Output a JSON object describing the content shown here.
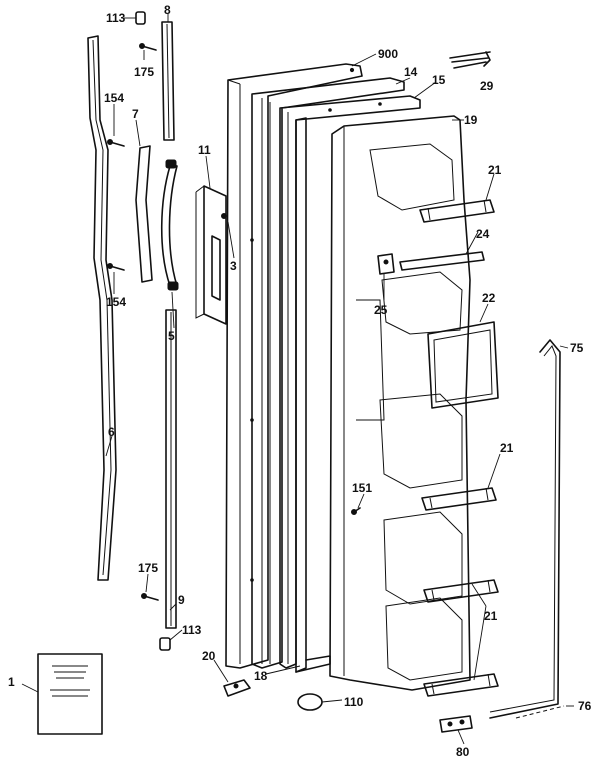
{
  "diagram": {
    "callouts": {
      "c113a": "113",
      "c8": "8",
      "c175a": "175",
      "c154a": "154",
      "c7": "7",
      "c154b": "154",
      "c5": "5",
      "c6": "6",
      "c11": "11",
      "c3": "3",
      "c900": "900",
      "c14": "14",
      "c15": "15",
      "c29": "29",
      "c19": "19",
      "c21a": "21",
      "c24": "24",
      "c25": "25",
      "c22": "22",
      "c75": "75",
      "c21b": "21",
      "c151": "151",
      "c21c": "21",
      "c175b": "175",
      "c9": "9",
      "c113b": "113",
      "c1": "1",
      "c20": "20",
      "c18": "18",
      "c110": "110",
      "c76": "76",
      "c80": "80"
    }
  }
}
